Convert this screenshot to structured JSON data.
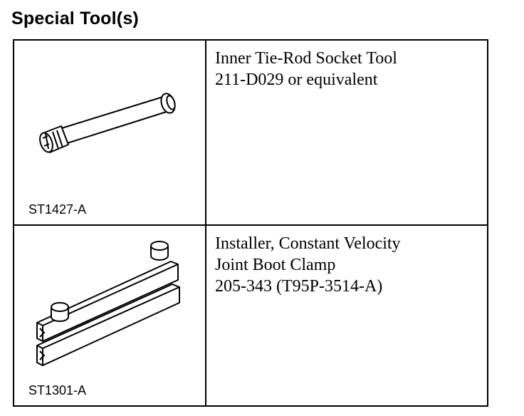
{
  "heading": "Special Tool(s)",
  "tools": [
    {
      "code": "ST1427-A",
      "lines": [
        "Inner Tie-Rod Socket Tool",
        "211-D029 or equivalent"
      ]
    },
    {
      "code": "ST1301-A",
      "lines": [
        "Installer, Constant Velocity",
        "Joint Boot Clamp",
        "205-343 (T95P-3514-A)"
      ]
    }
  ]
}
